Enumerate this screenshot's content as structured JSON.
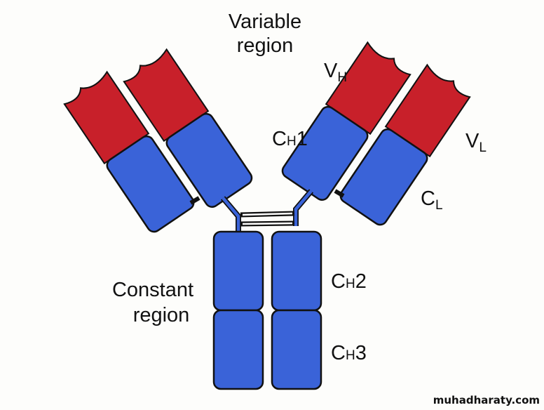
{
  "title_line1": "Variable",
  "title_line2": "region",
  "labels": {
    "vh_main": "V",
    "vh_sub": "H",
    "ch1_main": "C",
    "ch1_sub": "H",
    "ch1_num": "1",
    "vl_main": "V",
    "vl_sub": "L",
    "cl_main": "C",
    "cl_sub": "L",
    "ch2_main": "C",
    "ch2_sub": "H",
    "ch2_num": "2",
    "ch3_main": "C",
    "ch3_sub": "H",
    "ch3_num": "3",
    "constant_line1": "Constant",
    "constant_line2": "region"
  },
  "watermark": "muhadharaty.com",
  "colors": {
    "variable": "#c8202a",
    "constant": "#3a63d8",
    "outline": "#111111"
  }
}
